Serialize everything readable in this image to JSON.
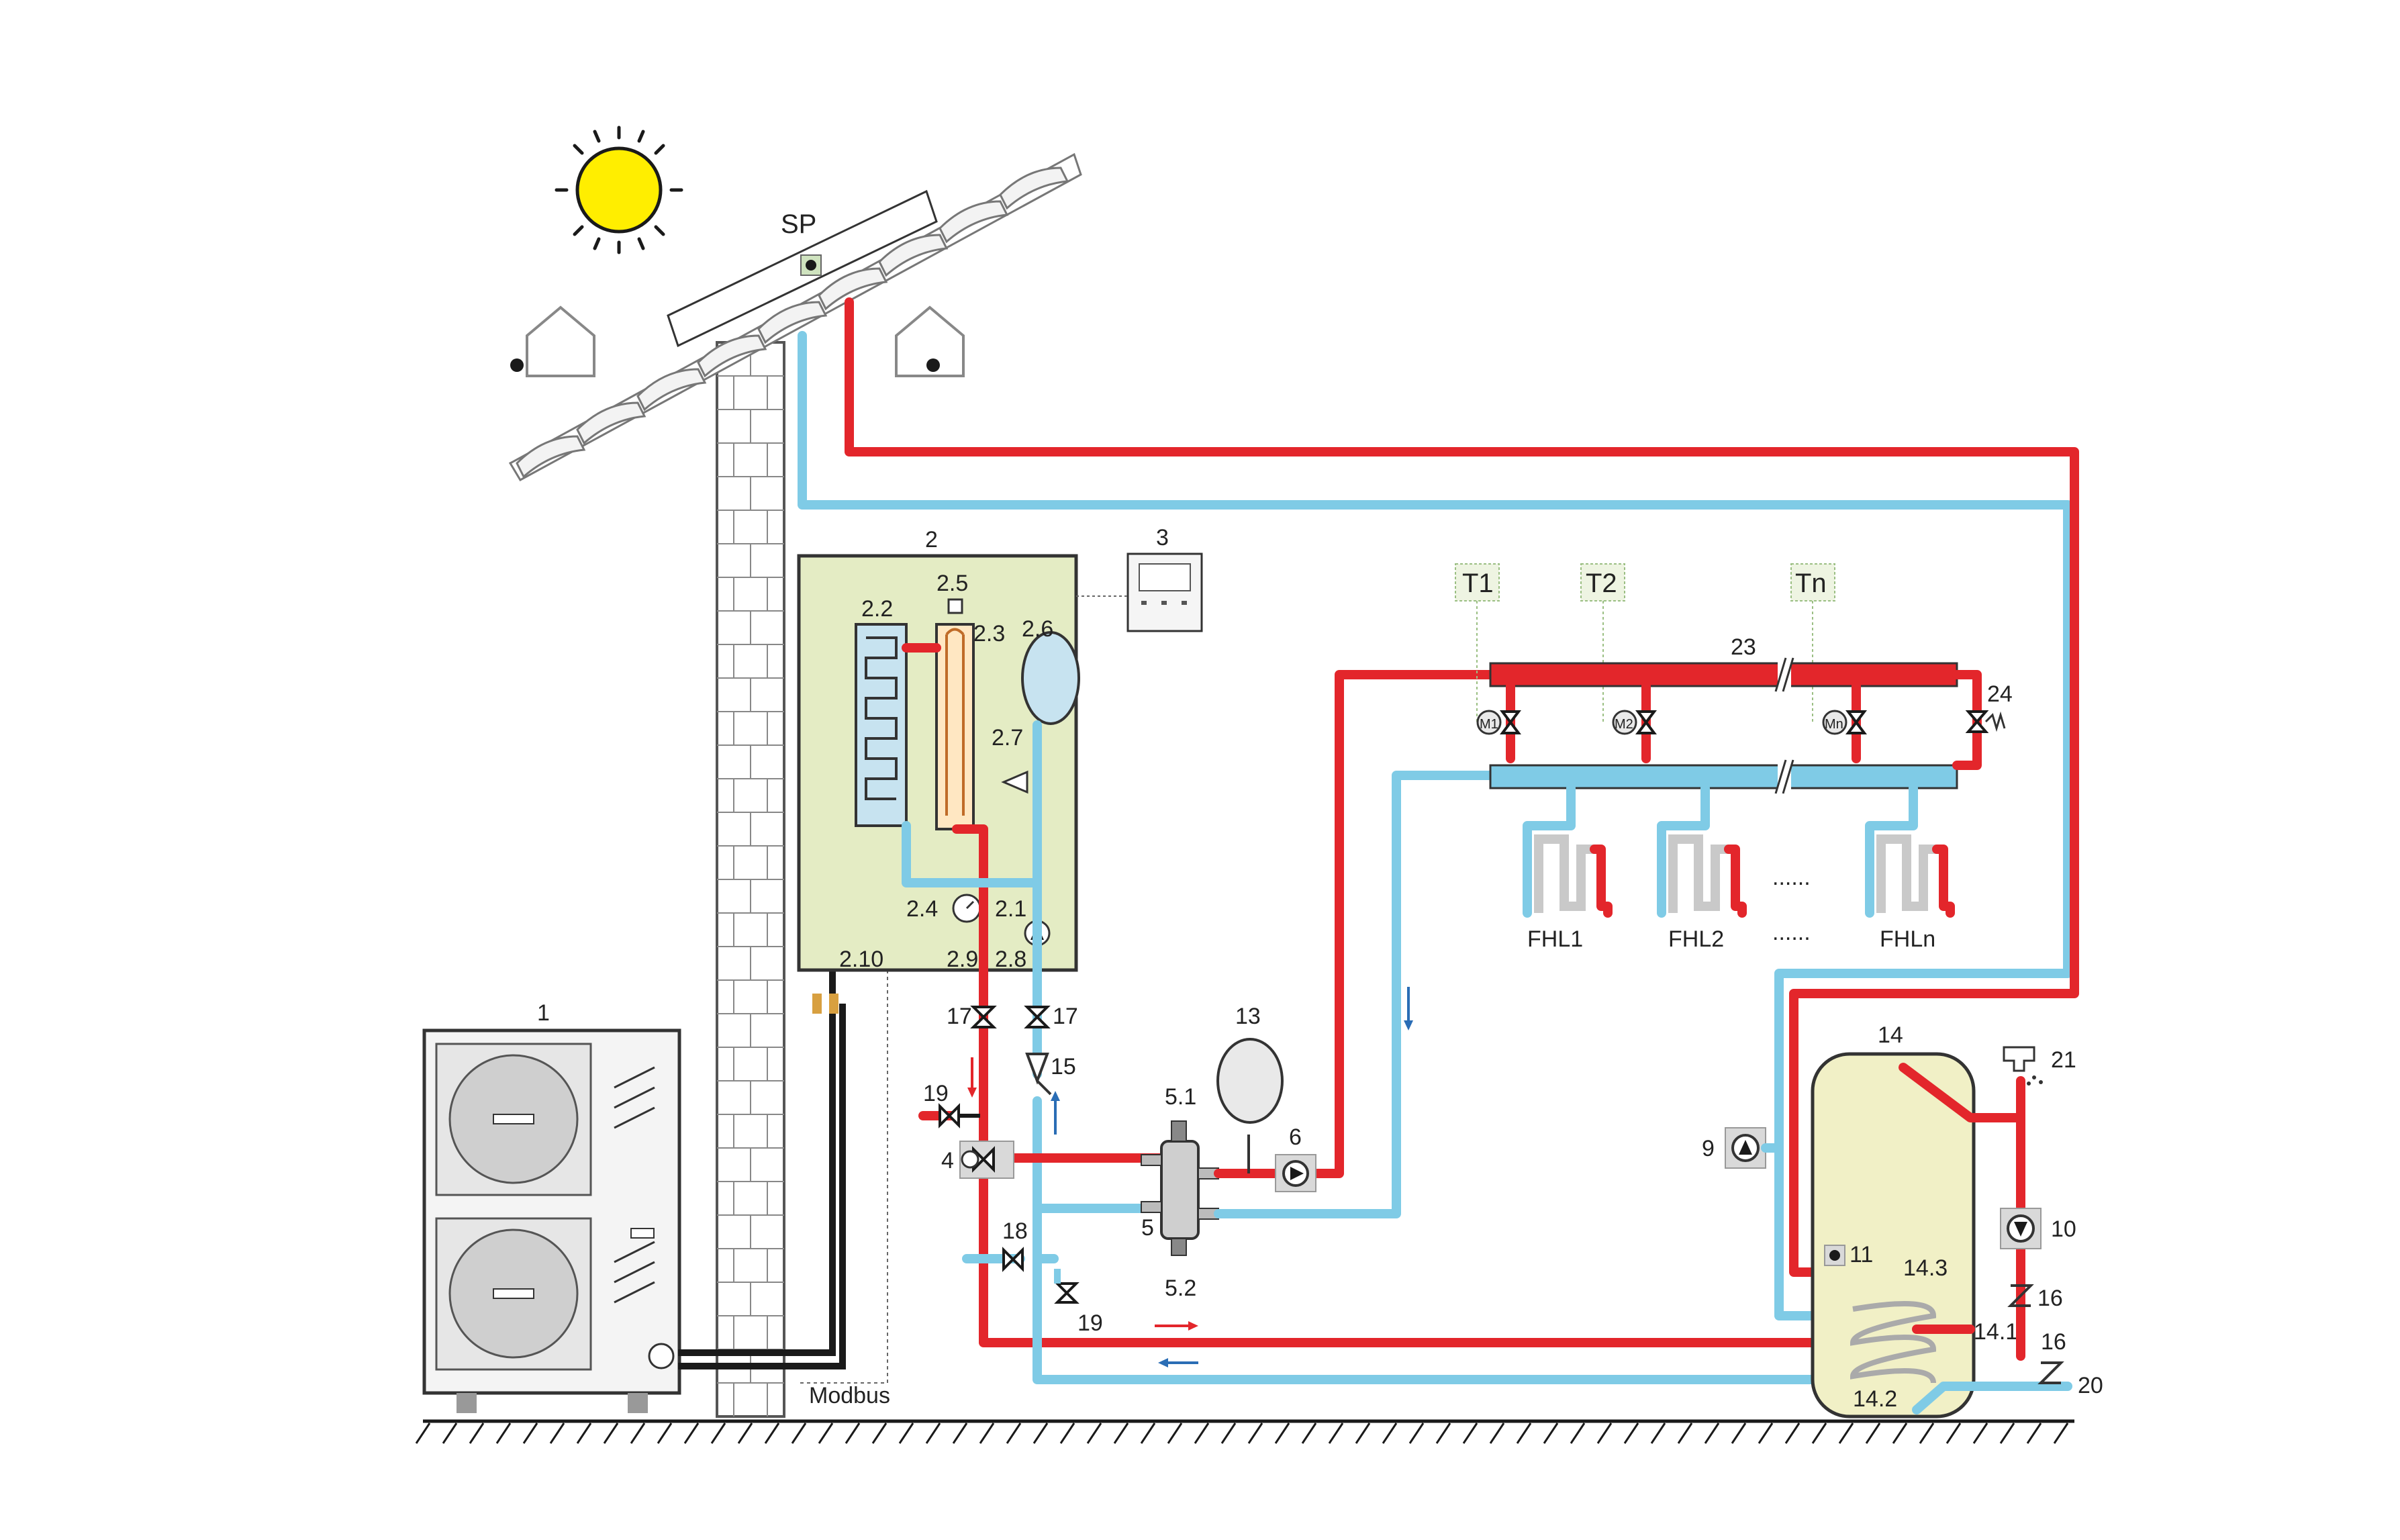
{
  "labels": {
    "sp": "SP",
    "unit1": "1",
    "unit2": "2",
    "unit3": "3",
    "c22": "2.2",
    "c23": "2.3",
    "c25": "2.5",
    "c26": "2.6",
    "c27": "2.7",
    "c24": "2.4",
    "c21": "2.1",
    "c210": "2.10",
    "c29": "2.9",
    "c28": "2.8",
    "v17a": "17",
    "v17b": "17",
    "f15": "15",
    "v19a": "19",
    "v4": "4",
    "v18": "18",
    "v19b": "19",
    "h51": "5.1",
    "h5": "5",
    "h52": "5.2",
    "e13": "13",
    "p6": "6",
    "t1": "T1",
    "t2": "T2",
    "tn": "Tn",
    "m23": "23",
    "v24": "24",
    "m1": "M1",
    "m2": "M2",
    "mn": "Mn",
    "fhl1": "FHL1",
    "fhl2": "FHL2",
    "fhln": "FHLn",
    "dots1": "......",
    "dots2": "......",
    "p9": "9",
    "tank14": "14",
    "s11": "11",
    "c143": "14.3",
    "c141": "14.1",
    "c142": "14.2",
    "tap21": "21",
    "p10": "10",
    "cv16a": "16",
    "cv16b": "16",
    "in20": "20",
    "modbus": "Modbus"
  },
  "colors": {
    "hot_pipe": "#e3262b",
    "cold_pipe": "#7fcbe6",
    "indoor_unit": "#e4ecc4",
    "tank": "#f1f0c6",
    "sun": "#ffee00"
  }
}
